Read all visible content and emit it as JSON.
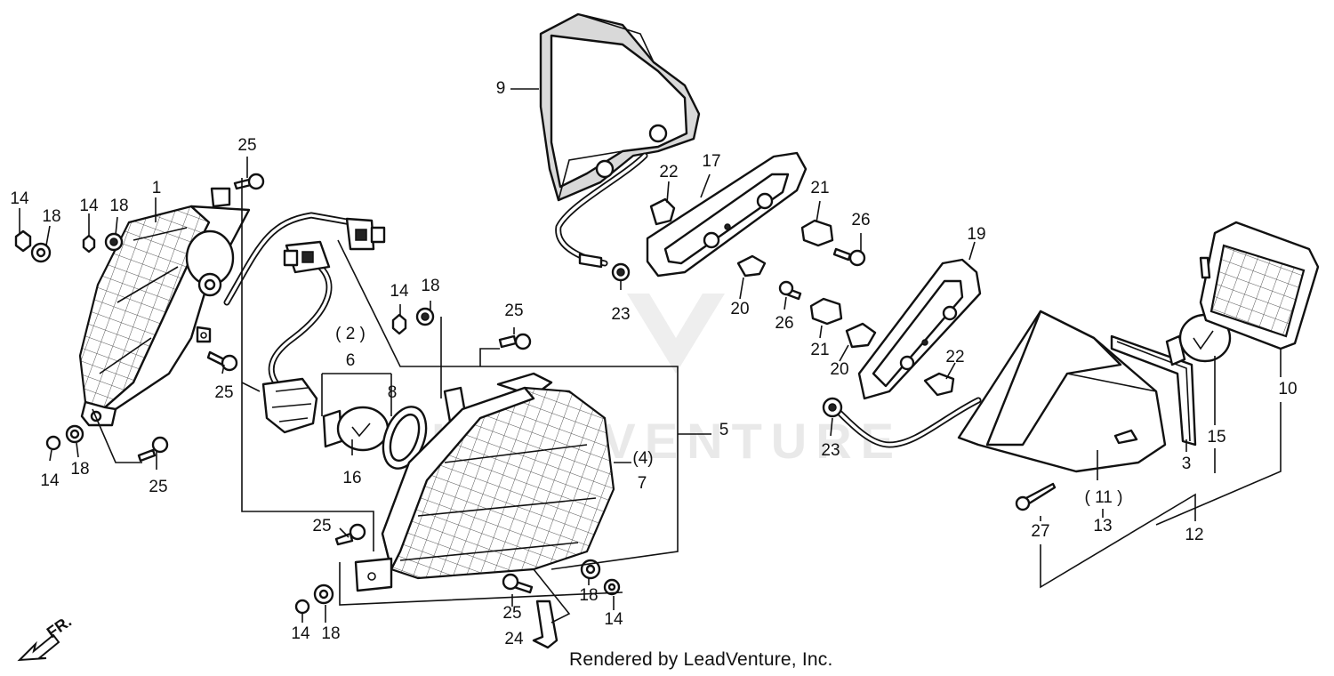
{
  "watermark": {
    "text": "LEADVENTURE"
  },
  "direction_label": "FR.",
  "footer": {
    "text": "Rendered by LeadVenture, Inc."
  },
  "callouts": {
    "c1": "1",
    "c2": "( 2 )",
    "c3": "3",
    "c4": "(4)",
    "c5": "5",
    "c6": "6",
    "c7": "7",
    "c8": "8",
    "c9": "9",
    "c10": "10",
    "c11": "( 11 )",
    "c12": "12",
    "c13": "13",
    "c14a": "14",
    "c14b": "14",
    "c14c": "14",
    "c14d": "14",
    "c14e": "14",
    "c14f": "14",
    "c15": "15",
    "c16": "16",
    "c17": "17",
    "c18a": "18",
    "c18b": "18",
    "c18c": "18",
    "c18d": "18",
    "c18e": "18",
    "c18f": "18",
    "c19": "19",
    "c20a": "20",
    "c20b": "20",
    "c21a": "21",
    "c21b": "21",
    "c22a": "22",
    "c22b": "22",
    "c23a": "23",
    "c23b": "23",
    "c24": "24",
    "c25a": "25",
    "c25b": "25",
    "c25c": "25",
    "c25d": "25",
    "c25e": "25",
    "c25f": "25",
    "c26a": "26",
    "c26b": "26",
    "c27": "27"
  }
}
